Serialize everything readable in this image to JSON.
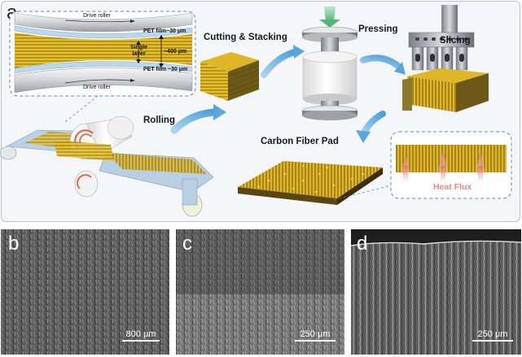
{
  "panel_a": {
    "letter": "a",
    "inset": {
      "top_roller": "Drive roller",
      "bottom_roller": "Drive roller",
      "pet_top": "PET film~30 μm",
      "pet_bottom": "PET film ~30 μm",
      "single_layer": "Single\nlayer",
      "thickness": "~400 μm"
    },
    "steps": {
      "rolling": "Rolling",
      "cutting": "Cutting & Stacking",
      "pressing": "Pressing",
      "slicing": "Slicing",
      "pad": "Carbon Fiber Pad"
    },
    "heat_flux": "Heat Flux"
  },
  "panel_b": {
    "letter": "b",
    "scale": "800 μm"
  },
  "panel_c": {
    "letter": "c",
    "scale": "250 μm"
  },
  "panel_d": {
    "letter": "d",
    "scale": "250 μm"
  },
  "colors": {
    "fiber_yellow": "#e8c21a",
    "fiber_dark": "#7a5a10",
    "arrow_blue": "#7ab9e6",
    "heat_pink": "#e88a8a",
    "pet_blue": "#bcd6ec"
  }
}
